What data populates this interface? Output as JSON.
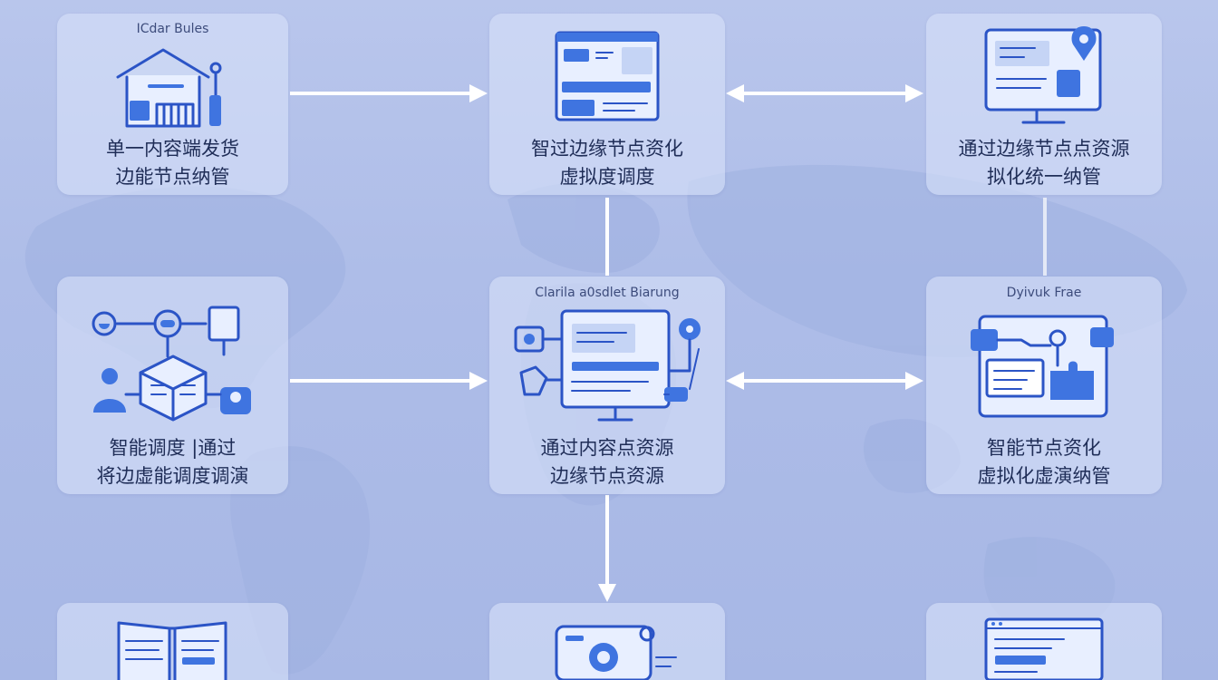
{
  "nodes": {
    "top_left": {
      "caption": "ICdar Bules",
      "line1": "单一内容端发货",
      "line2": "边能节点纳管"
    },
    "top_center": {
      "line1": "智过边缘节点资化",
      "line2": "虚拟度调度"
    },
    "top_right": {
      "line1": "通过边缘节点点资源",
      "line2": "拟化统一纳管"
    },
    "mid_left": {
      "line1": "智能调度 |通过",
      "line2": "将边虚能调度调演"
    },
    "mid_center": {
      "caption": "Clarila a0sdlet Biarung",
      "line1": "通过内容点资源",
      "line2": "边缘节点资源"
    },
    "mid_right": {
      "caption": "Dyivuk Frae",
      "line1": "智能节点资化",
      "line2": "虚拟化虚演纳管"
    },
    "bottom_left": {},
    "bottom_center": {},
    "bottom_right": {}
  },
  "colors": {
    "accent": "#3f74e0",
    "icon_stroke": "#2b54c6",
    "arrow": "#ffffff"
  },
  "icons": [
    "warehouse-icon",
    "web-dashboard-icon",
    "monitor-location-icon",
    "network-cube-icon",
    "monitor-network-icon",
    "puzzle-flow-icon",
    "open-book-icon",
    "server-icon",
    "document-window-icon"
  ]
}
